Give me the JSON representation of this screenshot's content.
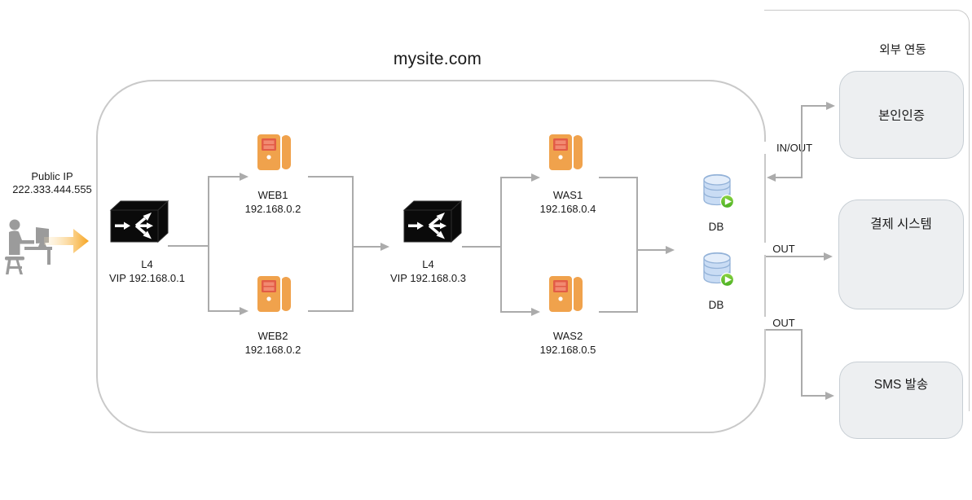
{
  "title": "mysite.com",
  "source": {
    "line1": "Public IP",
    "line2": "222.333.444.555"
  },
  "nodes": {
    "l4_1": {
      "name": "L4",
      "vip": "VIP 192.168.0.1"
    },
    "web1": {
      "name": "WEB1",
      "ip": "192.168.0.2"
    },
    "web2": {
      "name": "WEB2",
      "ip": "192.168.0.2"
    },
    "l4_2": {
      "name": "L4",
      "vip": "VIP 192.168.0.3"
    },
    "was1": {
      "name": "WAS1",
      "ip": "192.168.0.4"
    },
    "was2": {
      "name": "WAS2",
      "ip": "192.168.0.5"
    },
    "db1": {
      "name": "DB"
    },
    "db2": {
      "name": "DB"
    }
  },
  "external": {
    "heading": "외부 연동",
    "services": [
      {
        "label": "본인인증"
      },
      {
        "label": "결제 시스템"
      },
      {
        "label": "SMS 발송"
      }
    ]
  },
  "edges": {
    "identity": "IN/OUT",
    "payment": "OUT",
    "sms": "OUT"
  },
  "colors": {
    "text": "#1a1a1a",
    "line": "#ABABAB",
    "frame": "#C9C9C9",
    "box-fill": "#EDEFF1",
    "box-border": "#C7CED4",
    "server-orange": "#F0A24C",
    "server-panel": "#E25C46",
    "server-panel-bar": "#F28A71",
    "switch-black": "#0a0a0a",
    "db-blue": "#C9DCF4",
    "db-top": "#E3EDFA",
    "db-stroke": "#93B2D8",
    "badge-green": "#49AF23",
    "badge-green-light": "#8CD442",
    "arrow-orange": "#F6A41F",
    "arrow-orange-light": "#FDEAC0",
    "user-gray": "#9B9B9B"
  }
}
